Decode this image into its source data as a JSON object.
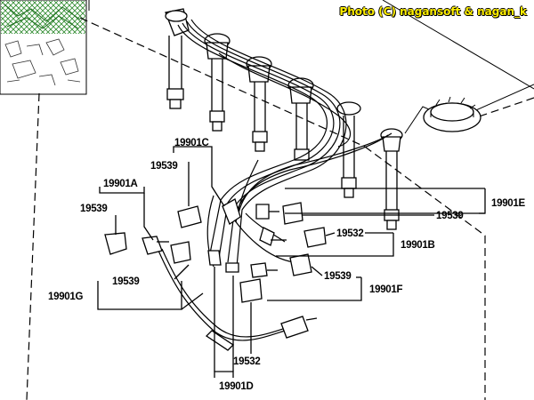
{
  "watermark": "Photo (C) nagansoft & nagan_k",
  "callouts": {
    "c19901C": "19901C",
    "c19539_C": "19539",
    "c19901A": "19901A",
    "c19539_A": "19539",
    "c19901G": "19901G",
    "c19539_G": "19539",
    "c19532_D": "19532",
    "c19901D": "19901D",
    "c19901E": "19901E",
    "c19539_E": "19539",
    "c19532_B": "19532",
    "c19901B": "19901B",
    "c19539_F": "19539",
    "c19901F": "19901F"
  }
}
